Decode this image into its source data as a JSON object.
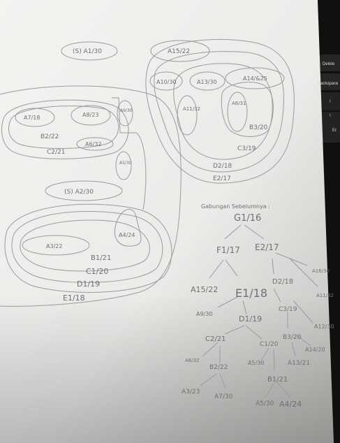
{
  "photo": {
    "subject": "handwritten set diagram and hierarchy tree on paper",
    "colors": {
      "paper": "#f2f1ee",
      "ink": "#8a8a92",
      "keyboard": "#151515"
    }
  },
  "keyboard": {
    "keys": [
      "Delete",
      "Backspace",
      "!",
      "\\",
      "Er"
    ]
  },
  "venn": {
    "labels": {
      "a1": "(S) A1/30",
      "a15": "A15/22",
      "a10": "A10/30",
      "a13": "A13/30",
      "a14": "A14/&25",
      "a11": "A11/32",
      "a6": "A6/31",
      "b3": "B3/20",
      "c3": "C3/19",
      "d2": "D2/18",
      "e2": "E2/17",
      "a7": "A7/18",
      "a8": "A8/23",
      "a9": "A9/30",
      "b2": "B2/22",
      "c2": "C2/21",
      "a16": "A6/32",
      "a5": "A5/30",
      "s_a2": "(S) A2/30",
      "a4": "A4/24",
      "a3": "A3/22",
      "b1": "B1/21",
      "c1": "C1/20",
      "d1": "D1/19",
      "e1": "E1/18"
    }
  },
  "tree": {
    "title": "Gabungan Sebelumnya :",
    "nodes": {
      "g1": "G1/16",
      "f1": "F1/17",
      "e2": "E2/17",
      "a16": "A16/30",
      "a15": "A15/22",
      "e1": "E1/18",
      "d2": "D2/18",
      "a11": "A11/32",
      "a9": "A9/30",
      "d1": "D1/19",
      "c3": "C3/19",
      "a12": "A12/30",
      "c2": "C2/21",
      "c1": "C1/20",
      "b3": "B3/20",
      "a14": "A14/20",
      "a6": "A6/32",
      "b2": "B2/22",
      "a5": "A5/30",
      "a13": "A13/21",
      "b1": "B1/21",
      "a3": "A3/23",
      "a7": "A7/30",
      "a5b": "A5/30",
      "a4": "A4/24"
    }
  }
}
